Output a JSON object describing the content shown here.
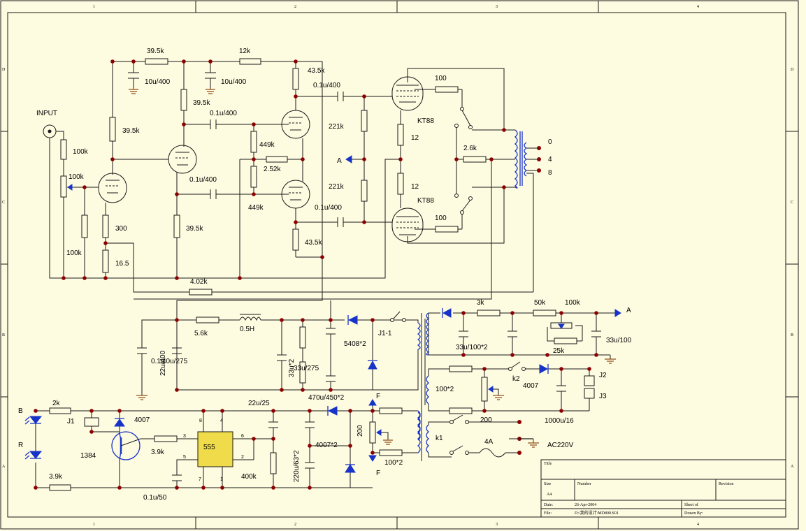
{
  "frame": {
    "col_numbers": [
      "1",
      "2",
      "3",
      "4"
    ],
    "row_letters": [
      "D",
      "C",
      "B",
      "A"
    ]
  },
  "title_block": {
    "title": "Title",
    "size_label": "Size",
    "size_value": "A4",
    "number_label": "Number",
    "revision_label": "Revision",
    "date_label": "Date:",
    "date_value": "26-Apr-2004",
    "sheet_label": "Sheet of",
    "file_label": "File:",
    "file_value": "D:\\我的设计\\MD800.S01",
    "drawn_label": "Drawn By:"
  },
  "labels": {
    "input": "INPUT",
    "r_39k5_a": "39.5k",
    "r_12k": "12k",
    "r_43k5_top": "43.5k",
    "c_10u_a": "10u/400",
    "c_10u_b": "10u/400",
    "r_39k5_b": "39.5k",
    "c_01u_a": "0.1u/400",
    "c_01u_top": "0.1u/400",
    "r_39k5_c": "39.5k",
    "r_100k_a": "100k",
    "pot_100k": "100k",
    "r_449k_a": "449k",
    "r_2k52": "2.52k",
    "c_01u_b": "0.1u/400",
    "r_449k_b": "449k",
    "r_300": "300",
    "r_39k5_d": "39.5k",
    "r_100k_b": "100k",
    "r_16k5": "16.5",
    "r_4k02": "4.02k",
    "r_221k_a": "221k",
    "r_221k_b": "221k",
    "c_01u_bot": "0.1u/400",
    "r_43k5_bot": "43.5k",
    "r_100_top": "100",
    "r_100_bot": "100",
    "tube_kt88_top": "KT88",
    "tube_kt88_bot": "KT88",
    "r_12_a": "12",
    "r_12_b": "12",
    "r_2k6": "2.6k",
    "tap_0": "0",
    "tap_4": "4",
    "tap_8": "8",
    "a_left": "A",
    "a_right": "A",
    "r_5k6": "5.6k",
    "l_05h": "0.5H",
    "c_01u": "0.1u",
    "c_22u400": "22u/400",
    "c_40u275": "40u/275",
    "c_33u275": "33u/275",
    "c_33u2": "33u*2",
    "d_5408": "5408*2",
    "c_470u": "470u/450*2",
    "j1_1": "J1-1",
    "r_3k": "3k",
    "r_50k": "50k",
    "pot_100k_b": "100k",
    "c_33u100_2": "33u/100*2",
    "c_33u100": "33u/100",
    "r_25k": "25k",
    "r_100_2": "100*2",
    "k2": "k2",
    "d_4007_b": "4007",
    "j2": "J2",
    "j3": "J3",
    "r_200_b": "200",
    "c_1000u": "1000u/16",
    "k1": "k1",
    "fuse_4a": "4A",
    "ac220": "AC220V",
    "led_b": "B",
    "led_r": "R",
    "r_2k": "2k",
    "j1": "J1",
    "d_4007": "4007",
    "q_1384": "1384",
    "r_3k9_a": "3.9k",
    "r_3k9_b": "3.9k",
    "c_01u50": "0.1u/50",
    "ic_555": "555",
    "pin8": "8",
    "pin4": "4",
    "pin3": "3",
    "pin6": "6",
    "pin2": "2",
    "pin5": "5",
    "pin7": "7",
    "pin1": "1",
    "c_22u25": "22u/25",
    "r_400k": "400k",
    "c_220u63": "220u/63*2",
    "d_4007x2": "4007*2",
    "r_200": "200",
    "r_100x2": "100*2",
    "f_top": "F",
    "f_bot": "F"
  },
  "colors": {
    "background": "#fdfbe0",
    "wire": "#1a1a1a",
    "component_blue": "#1733c8",
    "junction": "#8b0000",
    "ground": "#8a4a10"
  }
}
